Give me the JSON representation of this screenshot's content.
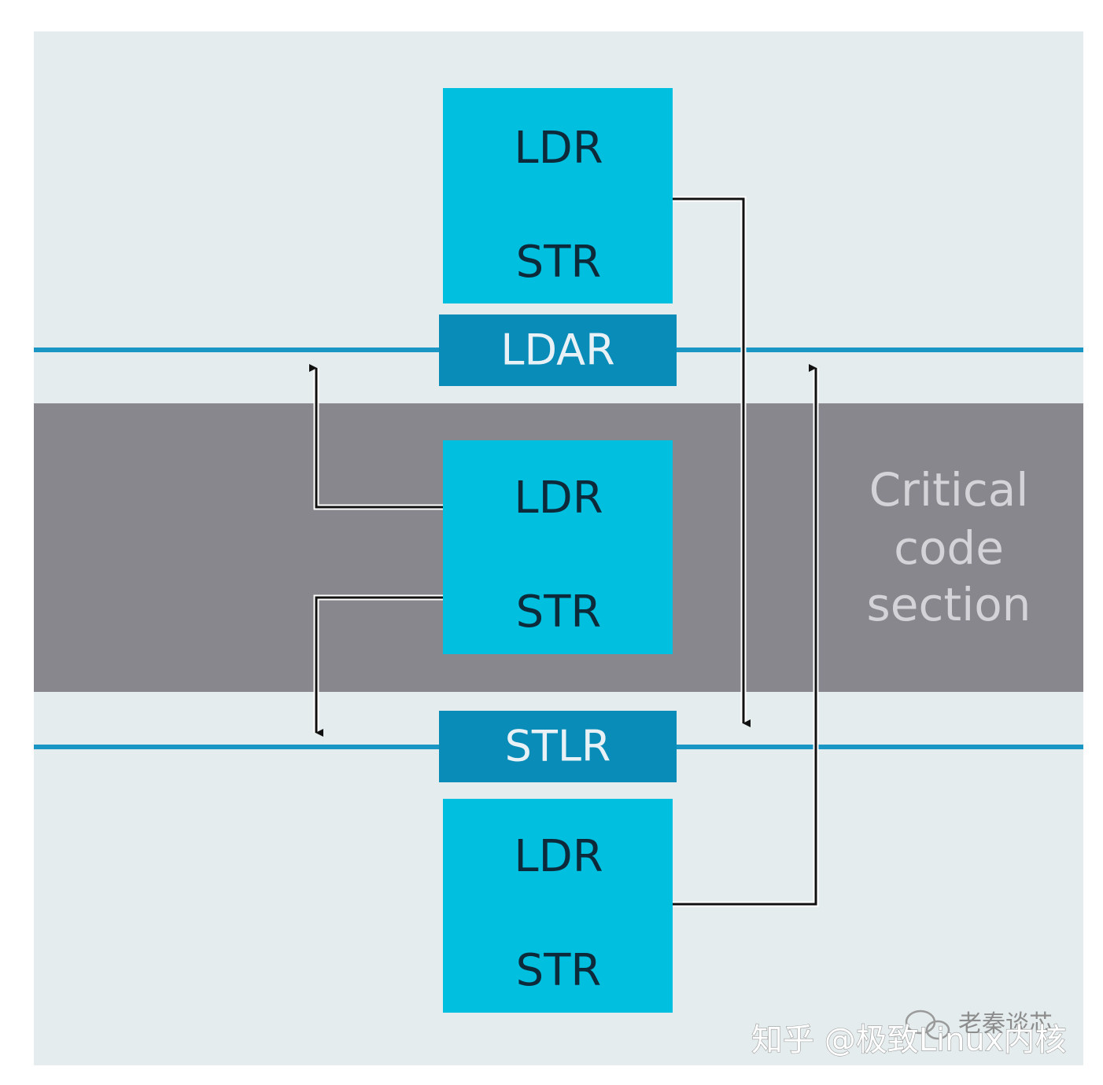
{
  "blocks": {
    "top": {
      "ldr": "LDR",
      "str": "STR"
    },
    "middle": {
      "ldr": "LDR",
      "str": "STR"
    },
    "bottom": {
      "ldr": "LDR",
      "str": "STR"
    }
  },
  "barriers": {
    "acquire": "LDAR",
    "release": "STLR"
  },
  "critical_section": {
    "line1": "Critical",
    "line2": "code",
    "line3": "section"
  },
  "watermark": {
    "zhihu": "知乎 @极致Linux内核",
    "account": "老秦谈芯"
  },
  "colors": {
    "background": "#e4eced",
    "block": "#00bfdf",
    "barrier": "#0a8cb8",
    "barrier_line": "#1996c4",
    "critical_band": "#87878d",
    "arrow": "#111111"
  }
}
